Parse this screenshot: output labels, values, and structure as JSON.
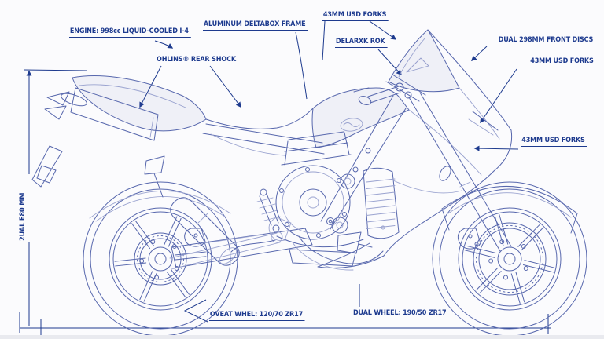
{
  "title": "Sportbike specification blueprint",
  "colors": {
    "background": "#fbfbfd",
    "line": "#5767ad",
    "line_light": "#99a2cf",
    "label": "#1d3a8e",
    "ground": "#e9eaef"
  },
  "labels": {
    "engine": "ENGINE: 998cc LIQUID-COOLED I-4",
    "frame": "ALUMINUM DELTABOX FRAME",
    "forks_top": "43MM USD FORKS",
    "steering": "DELARXK ROK",
    "front_discs": "DUAL 298MM FRONT DISCS",
    "forks_upper_right": "43MM USD FORKS",
    "forks_lower_right": "43MM USD FORKS",
    "rear_shock": "OHLINS® REAR SHOCK",
    "seat_height": "2UAL E80 MM",
    "front_wheel_spec": "OVEAT WHEL: 120/70 ZR17",
    "rear_wheel_spec": "DUAL WHEEL: 190/50 ZR17"
  }
}
